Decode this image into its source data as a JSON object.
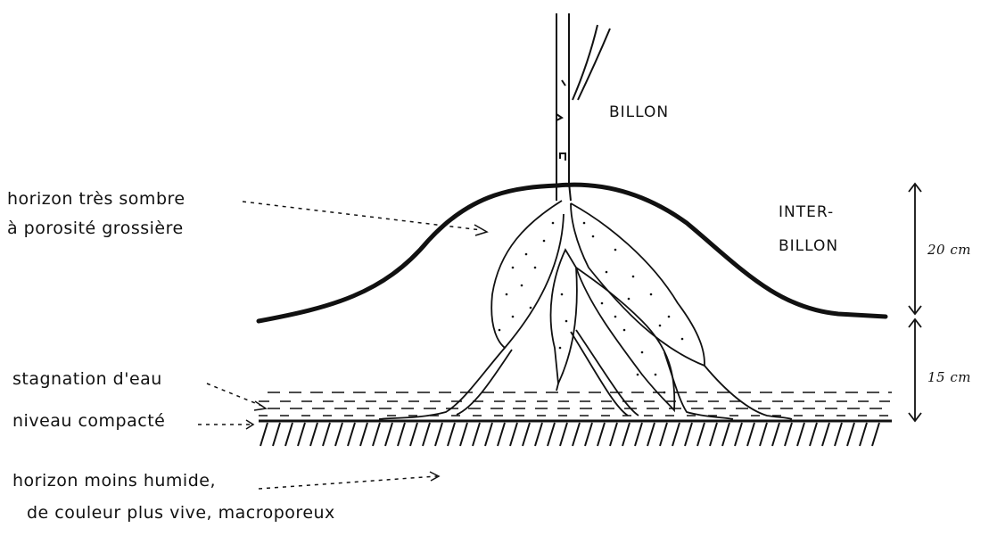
{
  "labels": {
    "horizon_sombre_1": "horizon très sombre",
    "horizon_sombre_2": "à porosité grossière",
    "billon": "BILLON",
    "inter_billon_1": "INTER-",
    "inter_billon_2": "BILLON",
    "dim_20": "20 cm",
    "dim_15": "15 cm",
    "stagnation": "stagnation d'eau",
    "niveau_compacte": "niveau compacté",
    "horizon_humide_1": "horizon moins humide,",
    "horizon_humide_2": "de couleur plus vive, macroporeux"
  },
  "colors": {
    "ink": "#111111",
    "background": "#ffffff"
  }
}
